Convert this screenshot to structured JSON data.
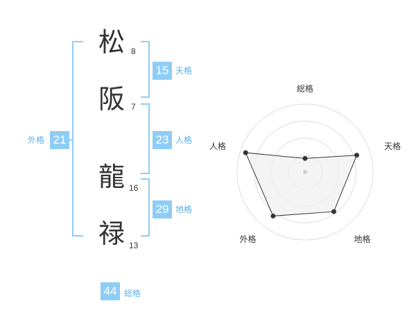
{
  "name": {
    "characters": [
      {
        "char": "松",
        "strokes": "8"
      },
      {
        "char": "阪",
        "strokes": "7"
      },
      {
        "char": "龍",
        "strokes": "16"
      },
      {
        "char": "禄",
        "strokes": "13"
      }
    ]
  },
  "fortune": {
    "tenkaku": {
      "value": "15",
      "label": "天格"
    },
    "jinkaku": {
      "value": "23",
      "label": "人格"
    },
    "chikaku": {
      "value": "29",
      "label": "地格"
    },
    "gaikaku": {
      "value": "21",
      "label": "外格"
    },
    "soukaku": {
      "value": "44",
      "label": "総格"
    }
  },
  "colors": {
    "accent": "#8ecdf5",
    "accent_text": "#5bb2ea",
    "radar_fill": "#f0f0f0",
    "radar_line": "#333333"
  },
  "chart_data": {
    "type": "radar",
    "categories": [
      "総格",
      "天格",
      "地格",
      "外格",
      "人格"
    ],
    "values": [
      1,
      4,
      3.6,
      4,
      4.6
    ],
    "range": [
      0,
      5
    ],
    "rings": 4,
    "grid": true
  }
}
